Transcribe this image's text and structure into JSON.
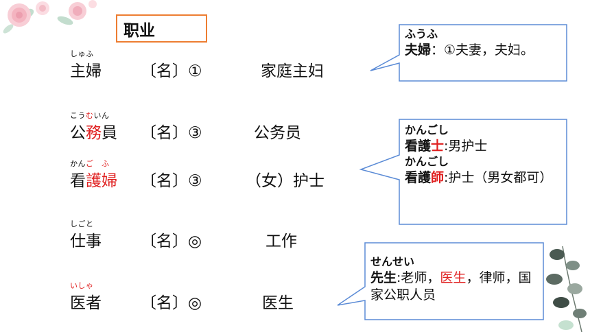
{
  "heading": "职业",
  "entries": [
    {
      "furigana_plain": "しゅふ",
      "furigana_pre": "",
      "furigana_hl": "",
      "furigana_post": "",
      "word_pre": "主婦",
      "word_hl": "",
      "word_post": "",
      "pos": "〔名〕①",
      "meaning": "家庭主妇"
    },
    {
      "furigana_plain": "",
      "furigana_pre": "こう",
      "furigana_hl": "む",
      "furigana_post": "いん",
      "word_pre": "公",
      "word_hl": "務",
      "word_post": "員",
      "pos": "〔名〕③",
      "meaning": "公务员"
    },
    {
      "furigana_plain": "",
      "furigana_pre": "かん",
      "furigana_hl": "ご　ふ",
      "furigana_post": "",
      "word_pre": "看",
      "word_hl": "護婦",
      "word_post": "",
      "pos": "〔名〕③",
      "meaning": "（女）护士"
    },
    {
      "furigana_plain": "しごと",
      "furigana_pre": "",
      "furigana_hl": "",
      "furigana_post": "",
      "word_pre": "仕事",
      "word_hl": "",
      "word_post": "",
      "pos": "〔名〕◎",
      "meaning": "工作"
    },
    {
      "furigana_plain": "",
      "furigana_pre": "",
      "furigana_hl": "いしゃ",
      "furigana_post": "",
      "word_pre": "医者",
      "word_hl": "",
      "word_post": "",
      "pos": "〔名〕◎",
      "meaning": "医生"
    }
  ],
  "callouts": {
    "fuufu": {
      "reading": "ふうふ",
      "term": "夫婦",
      "rest": "：①夫妻，夫妇。"
    },
    "kango": {
      "reading1": "かんごし",
      "term1_pre": "看護",
      "term1_hl": "士",
      "def1": ":男护士",
      "reading2": "かんごし",
      "term2_pre": "看護",
      "term2_hl": "師",
      "def2": ":护士（男女都可）"
    },
    "sensei": {
      "reading": "せんせい",
      "term": "先生",
      "def_pre": ":老师，",
      "def_hl": "医生",
      "def_post": "，律师，国家公职人员"
    }
  },
  "colors": {
    "accent_red": "#e02020",
    "heading_border": "#ed7d31",
    "callout_border": "#5b8bd6"
  },
  "icons": {
    "top_left": "pink-flowers-decoration",
    "bottom_right": "eucalyptus-leaves-decoration"
  }
}
